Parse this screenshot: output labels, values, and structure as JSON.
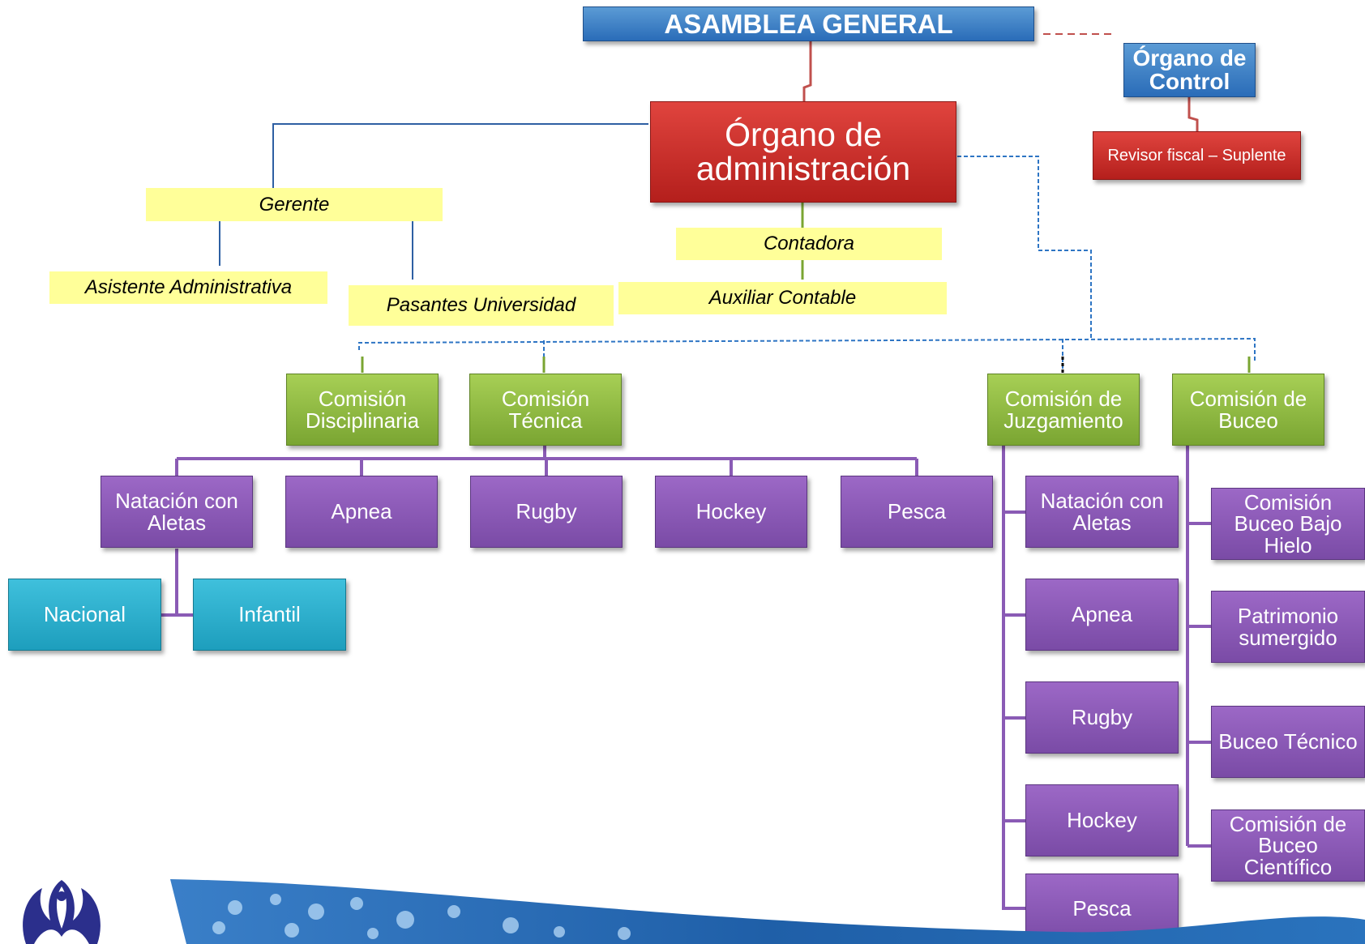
{
  "asamblea": "ASAMBLEA GENERAL",
  "organo_control": "Órgano de Control",
  "revisor": "Revisor fiscal – Suplente",
  "organo_admin": "Órgano de administración",
  "gerente": "Gerente",
  "asistente": "Asistente Administrativa",
  "pasantes": "Pasantes Universidad",
  "contadora": "Contadora",
  "auxiliar": "Auxiliar Contable",
  "comisiones": {
    "disciplinaria": "Comisión Disciplinaria",
    "tecnica": "Comisión Técnica",
    "juzgamiento": "Comisión de Juzgamiento",
    "buceo": "Comisión de Buceo"
  },
  "tecnica_items": [
    "Natación con Aletas",
    "Apnea",
    "Rugby",
    "Hockey",
    "Pesca"
  ],
  "aletas_sub": [
    "Nacional",
    "Infantil"
  ],
  "juzgamiento_items": [
    "Natación con Aletas",
    "Apnea",
    "Rugby",
    "Hockey",
    "Pesca"
  ],
  "buceo_items": [
    "Comisión Buceo Bajo Hielo",
    "Patrimonio sumergido",
    "Buceo Técnico",
    "Comisión de Buceo Científico"
  ],
  "colors": {
    "blue": "#2a6cb8",
    "red": "#b41f1c",
    "green": "#7aa532",
    "purple": "#7a4ba6",
    "teal": "#1d9ebd",
    "highlight": "#ffff99"
  }
}
